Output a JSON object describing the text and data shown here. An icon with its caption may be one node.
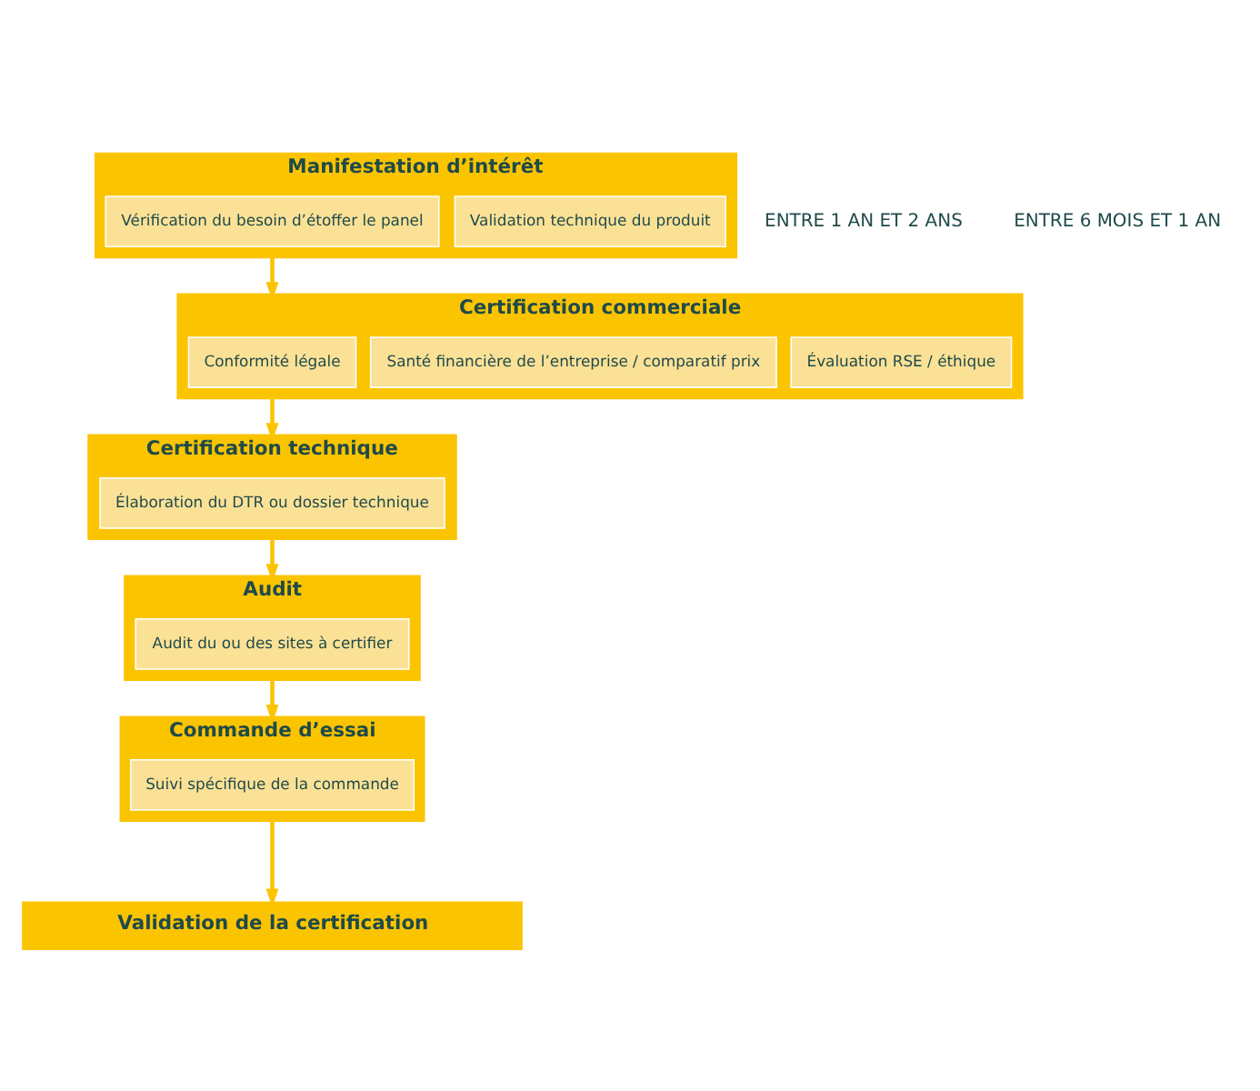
{
  "diagram": {
    "nodes": [
      {
        "text": [
          "Manifestation d’intérêt"
        ]
      },
      {
        "text": [
          "Vérification du besoin d’étoffer le panel"
        ],
        "in": 0
      },
      {
        "text": [
          "Validation technique du produit"
        ],
        "in": 0
      },
      {
        "text": [
          "Certification commerciale"
        ]
      },
      {
        "text": [
          "Conformité légale"
        ],
        "in": 3
      },
      {
        "text": [
          "Santé financière de l’entreprise / comparatif prix"
        ],
        "in": 3
      },
      {
        "text": [
          "Évaluation RSE / éthique"
        ],
        "in": 3
      },
      {
        "text": [
          "Certification technique"
        ]
      },
      {
        "text": [
          "Élaboration du DTR ou dossier technique"
        ],
        "in": 7
      },
      {
        "text": [
          "Audit"
        ]
      },
      {
        "text": [
          "Audit du ou des sites à certifier"
        ],
        "in": 9
      },
      {
        "text": [
          "Commande d’essai"
        ]
      },
      {
        "text": [
          "Suivi spécifique de la commande"
        ],
        "in": 11
      },
      {
        "text": [
          "Validation de la certification"
        ]
      }
    ],
    "edges": [
      {
        "from": 0,
        "to": 3,
        "arrow": "to"
      },
      {
        "from": 3,
        "to": 7,
        "arrow": "to"
      },
      {
        "from": 7,
        "to": 9,
        "arrow": "to"
      },
      {
        "from": 9,
        "to": 11,
        "arrow": "to"
      },
      {
        "from": 11,
        "to": 13,
        "arrow": "to"
      }
    ],
    "labels": [
      "ENTRE 1 AN ET 2 ANS",
      "ENTRE 6 MOIS ET 1 AN"
    ]
  }
}
